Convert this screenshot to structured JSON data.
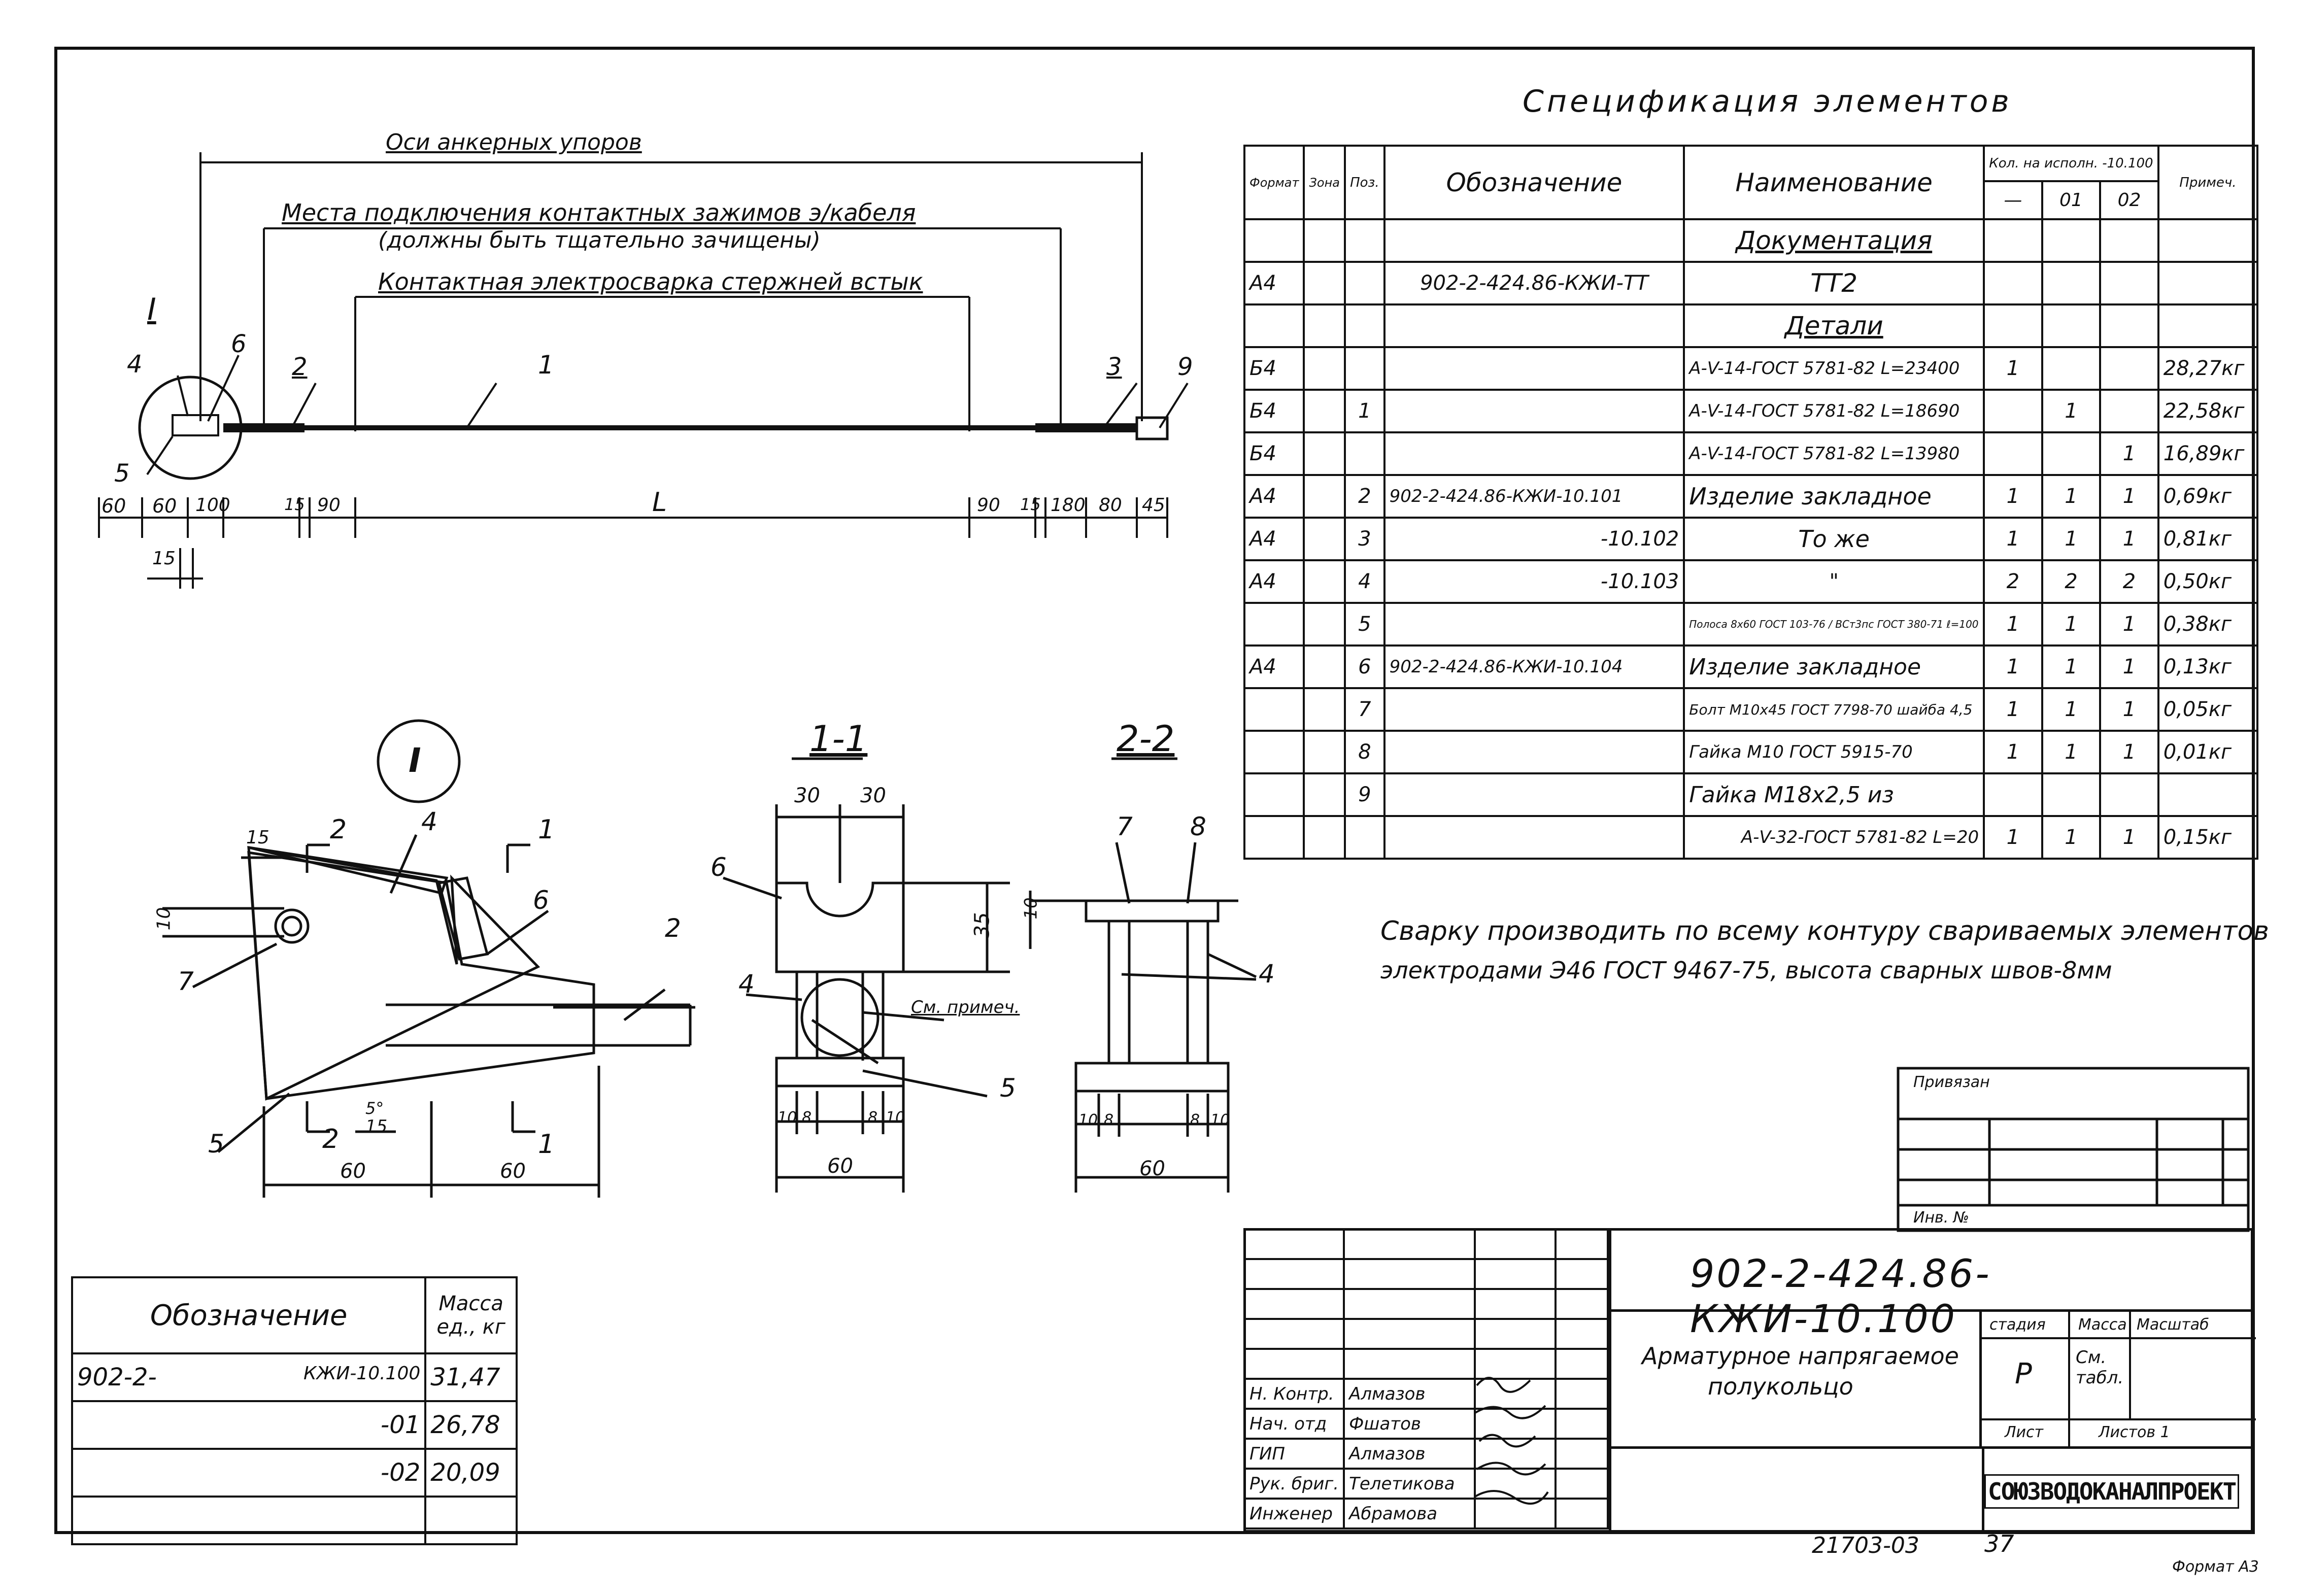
{
  "spec": {
    "title": "Спецификация элементов",
    "headers": {
      "format": "Формат",
      "zone": "Зона",
      "pos": "Поз.",
      "designation": "Обозначение",
      "name": "Наименование",
      "qty": "Кол. на исполн. -10.100",
      "qty_base": "—",
      "qty_01": "01",
      "qty_02": "02",
      "note": "Примеч."
    },
    "rows": [
      {
        "format": "",
        "pos": "",
        "designation": "",
        "name": "Документация",
        "q0": "",
        "q1": "",
        "q2": "",
        "note": ""
      },
      {
        "format": "А4",
        "pos": "",
        "designation": "902-2-424.86-КЖИ-ТТ",
        "name": "ТТ2",
        "q0": "",
        "q1": "",
        "q2": "",
        "note": ""
      },
      {
        "format": "",
        "pos": "",
        "designation": "",
        "name": "Детали",
        "q0": "",
        "q1": "",
        "q2": "",
        "note": ""
      },
      {
        "format": "Б4",
        "pos": "",
        "designation": "",
        "name": "А-V-14-ГОСТ 5781-82 L=23400",
        "q0": "1",
        "q1": "",
        "q2": "",
        "note": "28,27кг"
      },
      {
        "format": "Б4",
        "pos": "1",
        "designation": "",
        "name": "А-V-14-ГОСТ 5781-82 L=18690",
        "q0": "",
        "q1": "1",
        "q2": "",
        "note": "22,58кг"
      },
      {
        "format": "Б4",
        "pos": "",
        "designation": "",
        "name": "А-V-14-ГОСТ 5781-82 L=13980",
        "q0": "",
        "q1": "",
        "q2": "1",
        "note": "16,89кг"
      },
      {
        "format": "А4",
        "pos": "2",
        "designation": "902-2-424.86-КЖИ-10.101",
        "name": "Изделие закладное",
        "q0": "1",
        "q1": "1",
        "q2": "1",
        "note": "0,69кг"
      },
      {
        "format": "А4",
        "pos": "3",
        "designation": "-10.102",
        "name": "То же",
        "q0": "1",
        "q1": "1",
        "q2": "1",
        "note": "0,81кг"
      },
      {
        "format": "А4",
        "pos": "4",
        "designation": "-10.103",
        "name": "\"",
        "q0": "2",
        "q1": "2",
        "q2": "2",
        "note": "0,50кг"
      },
      {
        "format": "",
        "pos": "5",
        "designation": "",
        "name": "Полоса 8х60 ГОСТ 103-76 / ВСт3пс ГОСТ 380-71 ℓ=100",
        "q0": "1",
        "q1": "1",
        "q2": "1",
        "note": "0,38кг"
      },
      {
        "format": "А4",
        "pos": "6",
        "designation": "902-2-424.86-КЖИ-10.104",
        "name": "Изделие закладное",
        "q0": "1",
        "q1": "1",
        "q2": "1",
        "note": "0,13кг"
      },
      {
        "format": "",
        "pos": "7",
        "designation": "",
        "name": "Болт М10х45 ГОСТ 7798-70 шайба 4,5",
        "q0": "1",
        "q1": "1",
        "q2": "1",
        "note": "0,05кг"
      },
      {
        "format": "",
        "pos": "8",
        "designation": "",
        "name": "Гайка М10 ГОСТ 5915-70",
        "q0": "1",
        "q1": "1",
        "q2": "1",
        "note": "0,01кг"
      },
      {
        "format": "",
        "pos": "9",
        "designation": "",
        "name": "Гайка М18х2,5 из",
        "q0": "",
        "q1": "",
        "q2": "",
        "note": ""
      },
      {
        "format": "",
        "pos": "",
        "designation": "",
        "name": "А-V-32-ГОСТ 5781-82 L=20",
        "q0": "1",
        "q1": "1",
        "q2": "1",
        "note": "0,15кг"
      }
    ]
  },
  "note_text": {
    "line1": "Сварку производить по всему контуру свариваемых элементов",
    "line2": "электродами Э46 ГОСТ 9467-75, высота сварных швов-8мм"
  },
  "drawing": {
    "dim_top": "Оси анкерных упоров",
    "label_contacts1": "Места подключения контактных зажимов э/кабеля",
    "label_contacts2": "(должны быть тщательно зачищены)",
    "label_welding": "Контактная электросварка стержней встык",
    "mark_I": "I",
    "pos_labels": [
      "1",
      "2",
      "3",
      "4",
      "5",
      "6",
      "7",
      "8",
      "9"
    ],
    "dims_bottom": [
      "60",
      "60",
      "100",
      "15",
      "90",
      "L",
      "90",
      "15",
      "180",
      "80",
      "45"
    ],
    "dim_15": "15",
    "section_1": "1-1",
    "section_2": "2-2",
    "sec_dims": {
      "a": "30",
      "b": "30",
      "h": "35",
      "w": "60",
      "s1": "10",
      "s2": "8",
      "s3": "8",
      "s4": "10",
      "bolt": "10",
      "angle": "5°",
      "d15": "15",
      "d15b": "15",
      "d60a": "60",
      "d60b": "60"
    },
    "cut_labels": {
      "c2": "2",
      "c1": "1"
    },
    "weld_label": "См. примеч."
  },
  "mass_table": {
    "h1": "Обозначение",
    "h2": "Масса ед., кг",
    "rows": [
      {
        "des_a": "902-2-",
        "des_b": "КЖИ-10.100",
        "mass": "31,47"
      },
      {
        "des_a": "",
        "des_b": "-01",
        "mass": "26,78"
      },
      {
        "des_a": "",
        "des_b": "-02",
        "mass": "20,09"
      }
    ]
  },
  "stamp": {
    "privyazan": "Привязан",
    "inv": "Инв. №",
    "code": "902-2-424.86-КЖИ-10.100",
    "title1": "Арматурное напрягаемое",
    "title2": "полукольцо",
    "stage_h": "стадия",
    "mass_h": "Масса",
    "scale_h": "Масштаб",
    "stage": "Р",
    "mass": "См. табл.",
    "sheet": "Лист",
    "sheets": "Листов 1",
    "org": "СОЮЗВОДОКАНАЛПРОЕКТ",
    "people": [
      {
        "role": "Н. Контр.",
        "name": "Алмазов"
      },
      {
        "role": "Нач. отд",
        "name": "Фшатов"
      },
      {
        "role": "ГИП",
        "name": "Алмазов"
      },
      {
        "role": "Рук. бриг.",
        "name": "Телетикова"
      },
      {
        "role": "Инженер",
        "name": "Абрамова"
      }
    ]
  },
  "footer": {
    "num": "21703-03",
    "page": "37",
    "format": "Формат А3"
  }
}
